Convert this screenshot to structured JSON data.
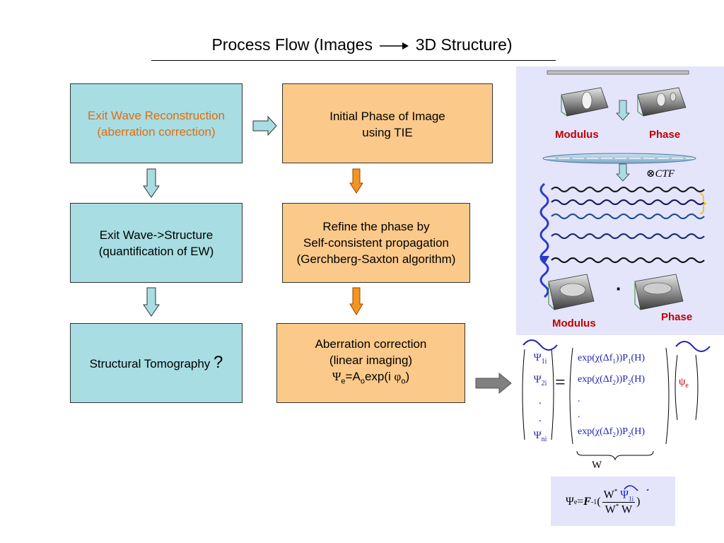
{
  "title": {
    "prefix": "Process Flow (Images",
    "suffix": "3D Structure)"
  },
  "boxes": {
    "exit_wave_reconstruction": [
      "Exit Wave Reconstruction",
      "(aberration correction)"
    ],
    "initial_phase": [
      "Initial Phase of Image",
      "using TIE"
    ],
    "exit_wave_structure": [
      "Exit Wave->Structure",
      "(quantification of EW)"
    ],
    "refine_phase": [
      "Refine the phase by",
      "Self-consistent propagation",
      "(Gerchberg-Saxton algorithm)"
    ],
    "structural_tomography": {
      "text": "Structural Tomography",
      "mark": "?"
    },
    "aberration_correction": [
      "Aberration correction",
      "(linear imaging)"
    ],
    "aberration_formula": {
      "psi": "Ψ",
      "sub_e": "e",
      "eq": "=A",
      "sub_o": "o",
      "exp": "exp(i ",
      "phi": "φ",
      "sub_o2": "o",
      "close": ")"
    }
  },
  "panel": {
    "modulus_top": "Modulus",
    "phase_top": "Phase",
    "ctf": "⊗CTF",
    "dot": "·",
    "modulus_bottom": "Modulus",
    "phase_bottom": "Phase"
  },
  "matrix": {
    "psi_col": [
      {
        "base": "Ψ",
        "sub": "1i"
      },
      {
        "base": "Ψ",
        "sub": "2i"
      },
      {
        "base": ".",
        "sub": ""
      },
      {
        "base": ".",
        "sub": ""
      },
      {
        "base": "Ψ",
        "sub": "ni"
      }
    ],
    "equals": "=",
    "w_col": [
      {
        "pre": "exp(χ(Δf",
        "sub1": "1",
        "mid": "))P",
        "sub2": "1",
        "post": "(H)"
      },
      {
        "pre": "exp(χ(Δf",
        "sub1": "2",
        "mid": "))P",
        "sub2": "2",
        "post": "(H)"
      },
      {
        "pre": ".",
        "sub1": "",
        "mid": "",
        "sub2": "",
        "post": ""
      },
      {
        "pre": ".",
        "sub1": "",
        "mid": "",
        "sub2": "",
        "post": ""
      },
      {
        "pre": "exp(χ(Δf",
        "sub1": "2",
        "mid": "))P",
        "sub2": "2",
        "post": "(H)"
      }
    ],
    "w_label": "W",
    "psi_e": {
      "base": "ψ",
      "sub": "e"
    }
  },
  "final_formula": {
    "lhs": "Ψ",
    "lhs_sub": "e",
    "eq": "=",
    "F": "F",
    "F_sup": "-1",
    "open": "(",
    "num_W": "W",
    "num_star": "*",
    "num_psi": "Ψ",
    "num_sub": "1i",
    "den": "W",
    "den_star": "*",
    "den_W": "W",
    "close": ")"
  },
  "colors": {
    "cyan_box": "#a7dde3",
    "orange_box": "#fbc98a",
    "orange_text": "#e36c0a",
    "panel_bg": "#e4e4fb",
    "label_red": "#c00000",
    "formula_blue": "#1f1fb4"
  }
}
